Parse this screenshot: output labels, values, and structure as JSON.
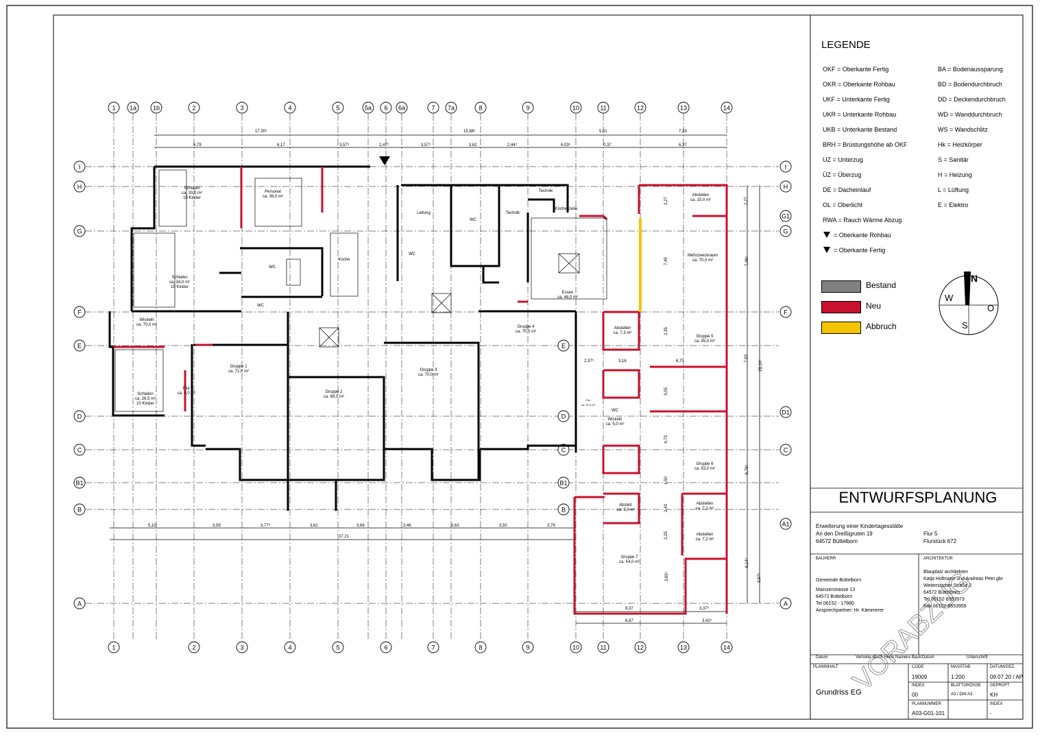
{
  "grid": {
    "columns": [
      "1",
      "1a",
      "1b",
      "2",
      "3",
      "4",
      "5",
      "5a",
      "6",
      "6a",
      "7",
      "7a",
      "8",
      "9",
      "10",
      "11",
      "12",
      "13",
      "14"
    ],
    "columns_bottom": [
      "1",
      "2",
      "3",
      "4",
      "5",
      "6",
      "7",
      "8",
      "9",
      "10",
      "11",
      "12",
      "13",
      "14"
    ],
    "rows_left": [
      "I",
      "H",
      "G",
      "F",
      "E",
      "D",
      "C",
      "B1",
      "B",
      "A"
    ],
    "rows_right": [
      "I",
      "H",
      "G1",
      "G",
      "F",
      "D1",
      "C",
      "A1",
      "A"
    ]
  },
  "dimensions": {
    "top_overall": [
      "17,30⁵",
      "15,88⁵",
      "5,01",
      "7,33"
    ],
    "top_segments": [
      "6,79",
      "6,17",
      "3,57⁵",
      "2,47⁵",
      "3,57⁵",
      "3,62",
      "2,44⁵",
      "6,03⁵",
      "0,37",
      "6,37"
    ],
    "bottom_segments": [
      "5,10",
      "3,59",
      "3,77⁵",
      "3,62",
      "3,68",
      "3,46",
      "3,63",
      "3,50",
      "3,79"
    ],
    "bottom_overall": "37,21",
    "annex_bottom": [
      "9,37",
      "3,37⁵",
      "6,67",
      "3,42⁵"
    ],
    "annex_vertical": [
      "2,27",
      "7,49",
      "2,35",
      "3,05",
      "4,73",
      "1,50",
      "2,43",
      "2,25",
      "3,65⁵"
    ],
    "right_vertical": [
      "2,27",
      "7,49⁵",
      "7,93",
      "28,10⁵",
      "6,79⁵",
      "6,14⁵",
      "3,97⁵"
    ],
    "annex_small": [
      "2,37⁵",
      "3,16",
      "6,70"
    ]
  },
  "rooms": [
    {
      "name": "Schlafen",
      "area": "ca. 33,0 m²",
      "extra": "15 Kinder"
    },
    {
      "name": "Personal",
      "area": "ca. 39,0 m²",
      "extra": ""
    },
    {
      "name": "Schlafen",
      "area": "ca. 34,0 m²",
      "extra": "15 Kinder"
    },
    {
      "name": "Wickeln",
      "area": "ca. 70,0 m²",
      "extra": ""
    },
    {
      "name": "Schlafen",
      "area": "ca. 26,5 m²",
      "extra": "10 Kinder"
    },
    {
      "name": "Flur",
      "area": "ca. 6,0 m²",
      "extra": ""
    },
    {
      "name": "Gruppe 1",
      "area": "ca. 71,0 m²",
      "extra": ""
    },
    {
      "name": "Gruppe 2",
      "area": "ca. 69,0 m²",
      "extra": ""
    },
    {
      "name": "Gruppe 3",
      "area": "ca. 70,0 m²",
      "extra": ""
    },
    {
      "name": "Gruppe 4",
      "area": "ca. 70,0 m²",
      "extra": ""
    },
    {
      "name": "Essen",
      "area": "ca. 46,0 m²",
      "extra": ""
    },
    {
      "name": "Küchenzeile",
      "area": "",
      "extra": ""
    },
    {
      "name": "Leitung",
      "area": "",
      "extra": ""
    },
    {
      "name": "Technik",
      "area": "",
      "extra": ""
    },
    {
      "name": "Technik",
      "area": "",
      "extra": ""
    },
    {
      "name": "Küche",
      "area": "",
      "extra": ""
    },
    {
      "name": "WC",
      "area": "",
      "extra": ""
    },
    {
      "name": "WC",
      "area": "",
      "extra": ""
    },
    {
      "name": "WC",
      "area": "",
      "extra": ""
    },
    {
      "name": "WC",
      "area": "",
      "extra": ""
    },
    {
      "name": "Abstellen",
      "area": "ca. 15,0 m²",
      "extra": ""
    },
    {
      "name": "Mehrzweckraum",
      "area": "ca. 70,0 m²",
      "extra": ""
    },
    {
      "name": "Abstellen",
      "area": "ca. 7,3 m²",
      "extra": ""
    },
    {
      "name": "Gruppe 5",
      "area": "ca. 55,0 m²",
      "extra": ""
    },
    {
      "name": "Gruppe 6",
      "area": "ca. 53,0 m²",
      "extra": ""
    },
    {
      "name": "Abstellen",
      "area": "ca. 7,2 m²",
      "extra": ""
    },
    {
      "name": "Abstellen",
      "area": "ca. 7,2 m²",
      "extra": ""
    },
    {
      "name": "Gruppe 7",
      "area": "ca. 54,0 m²",
      "extra": ""
    },
    {
      "name": "Flur",
      "area": "ca. 37,0 m²",
      "extra": ""
    },
    {
      "name": "WC",
      "area": "",
      "extra": ""
    },
    {
      "name": "Wickeln",
      "area": "ca. 5,0 m²",
      "extra": ""
    },
    {
      "name": "Abstell.",
      "area": "ca. 5,0 m²",
      "extra": ""
    }
  ],
  "legend": {
    "title": "LEGENDE",
    "left": [
      "OKF = Oberkante Fertig",
      "OKR = Oberkante Rohbau",
      "UKF = Unterkante Fertig",
      "UKR = Unterkante Rohbau",
      "UKB = Unterkante Bestand",
      "BRH = Brüstungshöhe ab OKF",
      "UZ  = Unterzug",
      "ÜZ  = Überzug",
      "DE  = Dacheinlauf",
      "OL  = Oberlicht",
      "RWA  = Rauch Wärme Abzug",
      "▼  = Oberkante Rohbau",
      "▼  = Oberkante Fertig"
    ],
    "right": [
      "BA  = Bodenaussparung",
      "BD  = Bodendurchbruch",
      "DD  = Deckendurchbruch",
      "WD  = Wanddurchbruch",
      "WS  = Wandschlitz",
      "Hk  = Heizkörper",
      "S    = Sanitär",
      "H    = Heizung",
      "L    = Lüftung",
      "E    = Elektro"
    ],
    "materials": [
      {
        "label": "Bestand",
        "color": "#808080"
      },
      {
        "label": "Neu",
        "color": "#c8102e"
      },
      {
        "label": "Abbruch",
        "color": "#f5c400"
      }
    ],
    "compass": {
      "n": "N",
      "w": "W",
      "o": "O",
      "s": "S"
    }
  },
  "titleblock": {
    "heading": "ENTWURFSPLANUNG",
    "project_l1": "Erweiterung einer Kindertagesstätte",
    "project_l2": "An den Dreißigruten 19",
    "project_l3": "64572 Büttelborn",
    "flur": "Flur 5",
    "flurstueck": "Flurstück 672",
    "bauherr_label": "BAUHERR",
    "architekt_label": "ARCHITEKTUR",
    "bauherr": [
      "Gemeinde Büttelborn",
      "Mainzerstrasse 13",
      "64572 Büttelborn",
      "Tel 06152 - 17880",
      "Ansprechpartner: Hr. Kämmerer"
    ],
    "architekt": [
      "Blauplatz architekten",
      "Katja Hofmann und Andreas Petri gbr",
      "Weiterstädter Straße 2",
      "64572 Büttelborn",
      "Tel 06152-8553973",
      "Fax 06152-8553959"
    ],
    "sig_fields": [
      "Datum",
      "Vertreter durch Herrn Namens Bautr.",
      "Datum",
      "Unterschrift"
    ],
    "planinhalt_label": "PLANINHALT",
    "planinhalt": "Grundriss EG",
    "code_label": "CODE",
    "code": "19009",
    "massstab_label": "MASSTAB",
    "massstab": "1:200",
    "datum_label": "DATUM/GEZ.",
    "datum": "09.07.20 / AP",
    "index_label": "INDEX",
    "index": "00",
    "blattgroesse_label": "BLATTGRÖSSE",
    "blattgroesse": "A3 / DIN A3",
    "gepr_label": "GEPRÜFT",
    "gepr": "KH",
    "plannr_label": "PLANNUMMER",
    "plannr": "A03-G01-101",
    "index2_label": "INDEX",
    "index2": "-"
  },
  "watermark": "VORABZUG"
}
